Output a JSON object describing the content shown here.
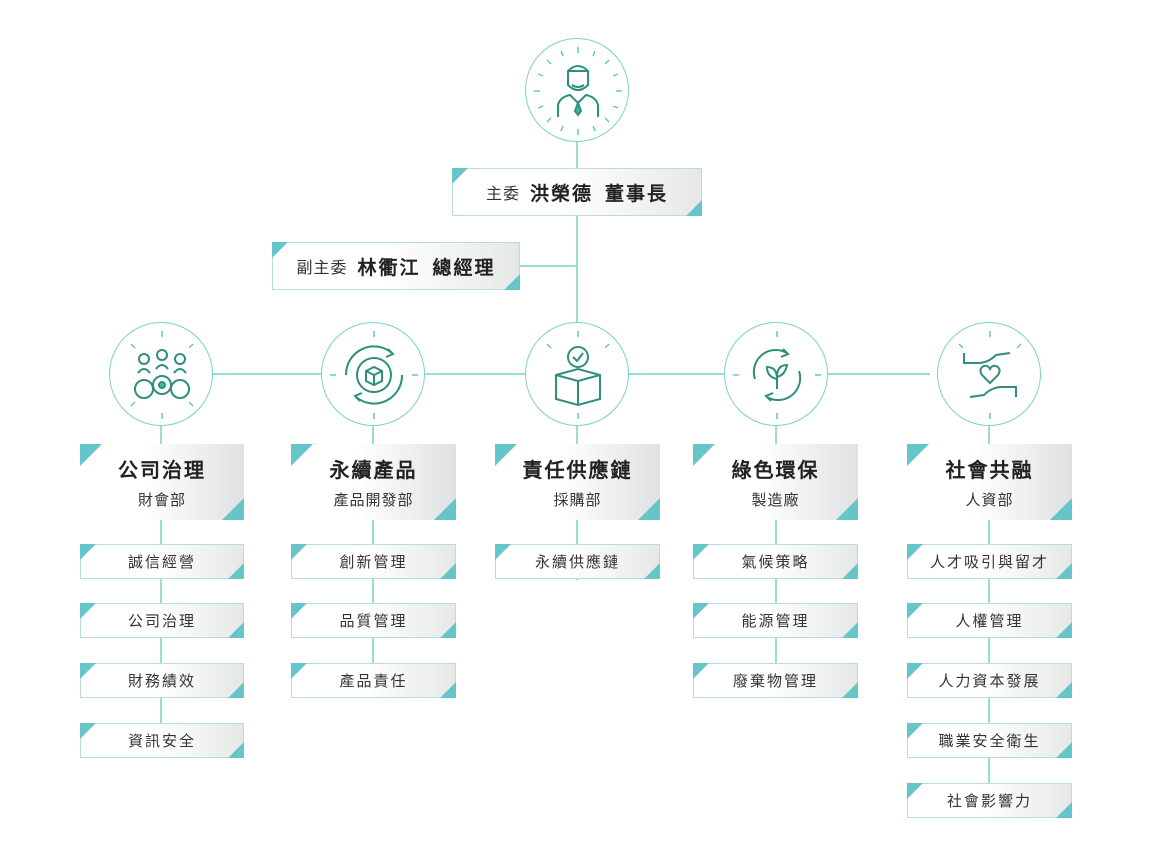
{
  "chair": {
    "role": "主委",
    "name": "洪榮德",
    "title": "董事長"
  },
  "vice": {
    "role": "副主委",
    "name": "林衢江",
    "title": "總經理"
  },
  "departments": [
    {
      "name": "公司治理",
      "unit": "財會部",
      "icon": "gears-team-icon",
      "items": [
        "誠信經營",
        "公司治理",
        "財務績效",
        "資訊安全"
      ]
    },
    {
      "name": "永續產品",
      "unit": "產品開發部",
      "icon": "gear-cube-cycle-icon",
      "items": [
        "創新管理",
        "品質管理",
        "產品責任"
      ]
    },
    {
      "name": "責任供應鏈",
      "unit": "採購部",
      "icon": "package-check-icon",
      "items": [
        "永續供應鏈"
      ]
    },
    {
      "name": "綠色環保",
      "unit": "製造廠",
      "icon": "leaf-recycle-icon",
      "items": [
        "氣候策略",
        "能源管理",
        "廢棄物管理"
      ]
    },
    {
      "name": "社會共融",
      "unit": "人資部",
      "icon": "hands-heart-icon",
      "items": [
        "人才吸引與留才",
        "人權管理",
        "人力資本發展",
        "職業安全衛生",
        "社會影響力"
      ]
    }
  ],
  "colors": {
    "line": "#7ad3c8",
    "accent": "#66c5c9",
    "icon": "#3dbf9e"
  }
}
